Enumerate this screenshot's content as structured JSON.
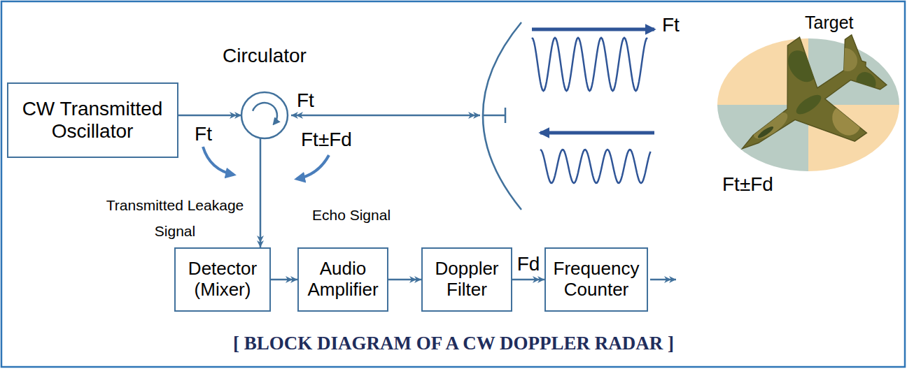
{
  "diagram": {
    "caption": "[ BLOCK DIAGRAM OF A CW DOPPLER RADAR ]",
    "nodes": [
      {
        "text": [
          "CW Transmitted Oscillator"
        ]
      },
      {
        "text": [
          "Circulator"
        ]
      },
      {
        "text": [
          "Detector (Mixer)"
        ]
      },
      {
        "text": [
          "Audio Amplifier"
        ]
      },
      {
        "text": [
          "Doppler Filter"
        ]
      },
      {
        "text": [
          "Frequency Counter"
        ]
      }
    ],
    "edges": [
      {
        "from": 0,
        "to": 1,
        "arrow": "to",
        "label": "Ft"
      },
      {
        "from": 1,
        "to": 2,
        "arrow": "to"
      },
      {
        "from": 2,
        "to": 3,
        "arrow": "to"
      },
      {
        "from": 3,
        "to": 4,
        "arrow": "to"
      },
      {
        "from": 4,
        "to": 5,
        "arrow": "to",
        "label": "Fd"
      }
    ],
    "labels": [
      "Ft",
      "Ft±Fd",
      "Ft",
      "Ft±Fd",
      "Target",
      "Transmitted Leakage Signal",
      "Echo Signal"
    ]
  }
}
